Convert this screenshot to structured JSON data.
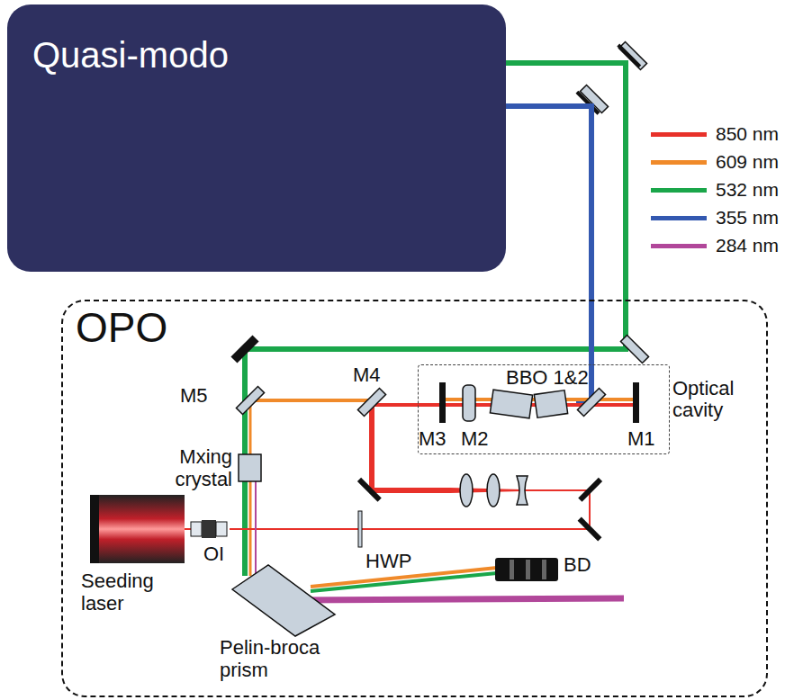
{
  "diagram": {
    "nodes": [
      {
        "text": [
          "Quasi-modo"
        ]
      },
      {
        "text": [
          "OPO"
        ]
      },
      {
        "text": [
          "Optical cavity"
        ],
        "in": 1
      }
    ],
    "edges": [
      {
        "from": 0,
        "to": 1,
        "arrow": "none"
      },
      {
        "from": 0,
        "to": 2,
        "arrow": "none"
      }
    ],
    "labels": [
      "M1",
      "M2",
      "M3",
      "M4",
      "M5",
      "BBO 1&2",
      "Mxing crystal",
      "OI",
      "HWP",
      "BD",
      "Seeding laser",
      "Pelin-broca prism"
    ],
    "legend": [
      {
        "text": "850 nm",
        "color": "#e8312a"
      },
      {
        "text": "609 nm",
        "color": "#f08a2a"
      },
      {
        "text": "532 nm",
        "color": "#1aa64a"
      },
      {
        "text": "355 nm",
        "color": "#3358b0"
      },
      {
        "text": "284 nm",
        "color": "#b1479a"
      }
    ]
  }
}
